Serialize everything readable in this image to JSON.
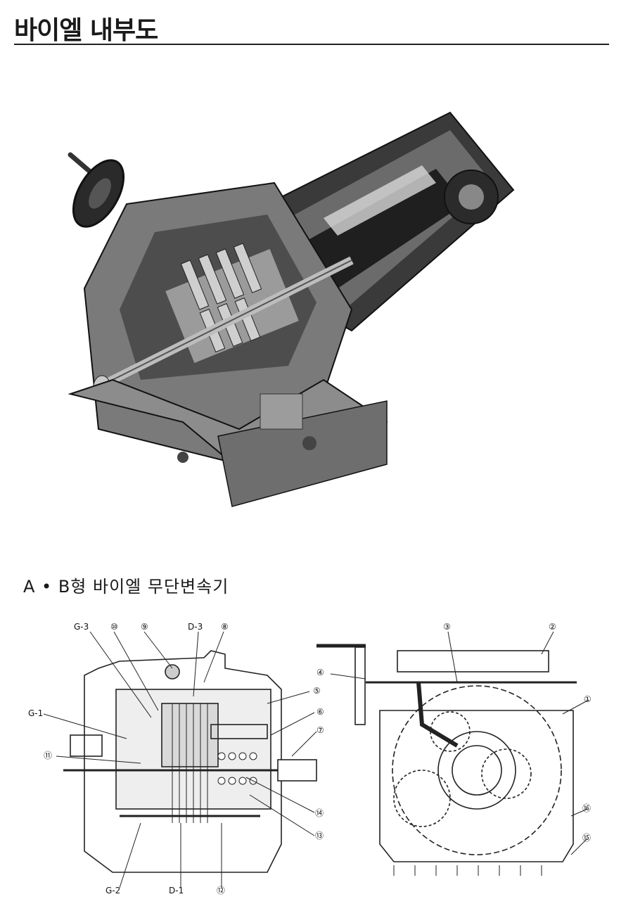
{
  "header": {
    "title": "바이엘 내부도"
  },
  "section": {
    "subtitle": "A • B형 바이엘 무단변속기"
  },
  "diagram_labels": {
    "g3": "G-3",
    "n10": "⑩",
    "n9": "⑨",
    "d3": "D-3",
    "n8": "⑧",
    "g1": "G-1",
    "n5": "⑤",
    "n6": "⑥",
    "n7": "⑦",
    "n11": "⑪",
    "n14": "⑭",
    "n13": "⑬",
    "g2": "G-2",
    "d1": "D-1",
    "n12": "⑫",
    "n3": "③",
    "n2": "②",
    "n4": "④",
    "n1": "①",
    "n16": "⑯",
    "n15": "⑮"
  }
}
